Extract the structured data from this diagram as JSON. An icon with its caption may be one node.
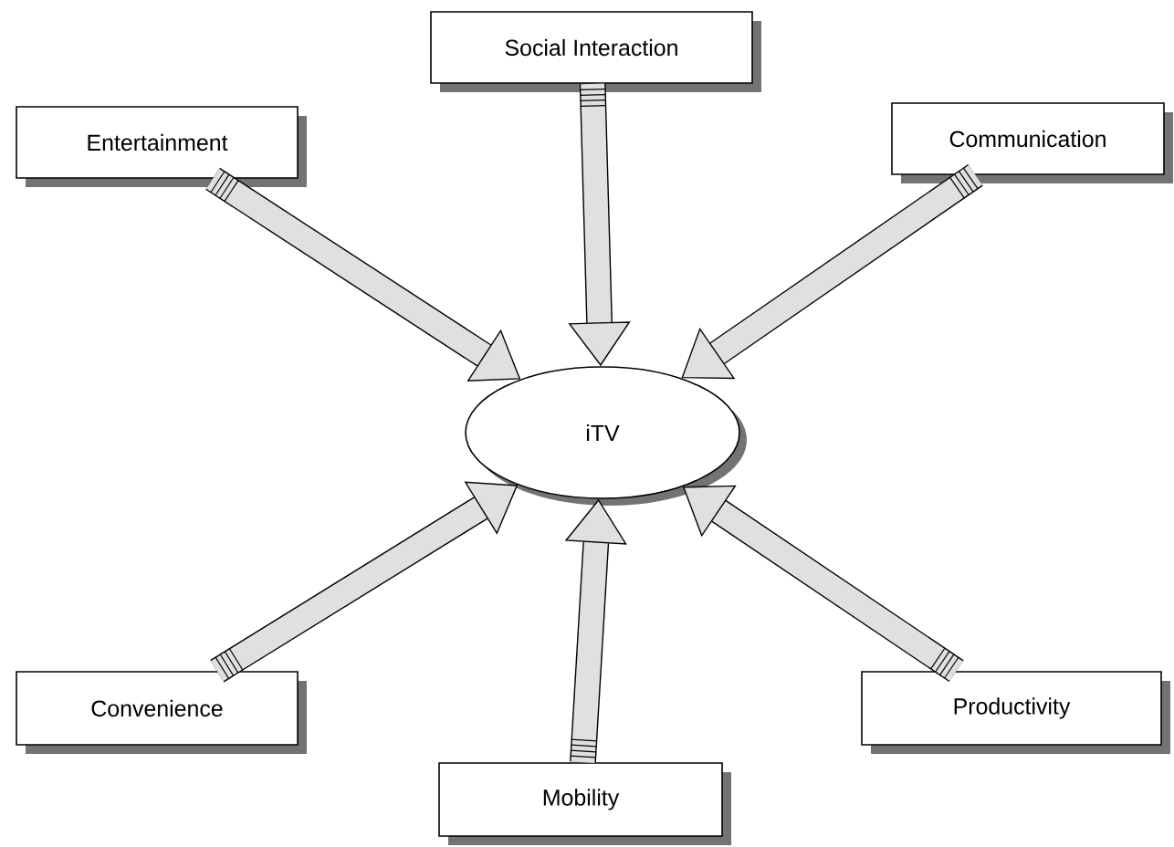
{
  "diagram": {
    "nodes": [
      {
        "text": [
          "iTV"
        ]
      },
      {
        "text": [
          "Entertainment"
        ]
      },
      {
        "text": [
          "Social Interaction"
        ]
      },
      {
        "text": [
          "Communication"
        ]
      },
      {
        "text": [
          "Convenience"
        ]
      },
      {
        "text": [
          "Mobility"
        ]
      },
      {
        "text": [
          "Productivity"
        ]
      }
    ],
    "edges": [
      {
        "from": 1,
        "to": 0,
        "arrow": "to"
      },
      {
        "from": 2,
        "to": 0,
        "arrow": "to"
      },
      {
        "from": 3,
        "to": 0,
        "arrow": "to"
      },
      {
        "from": 4,
        "to": 0,
        "arrow": "to"
      },
      {
        "from": 5,
        "to": 0,
        "arrow": "to"
      },
      {
        "from": 6,
        "to": 0,
        "arrow": "to"
      }
    ]
  }
}
